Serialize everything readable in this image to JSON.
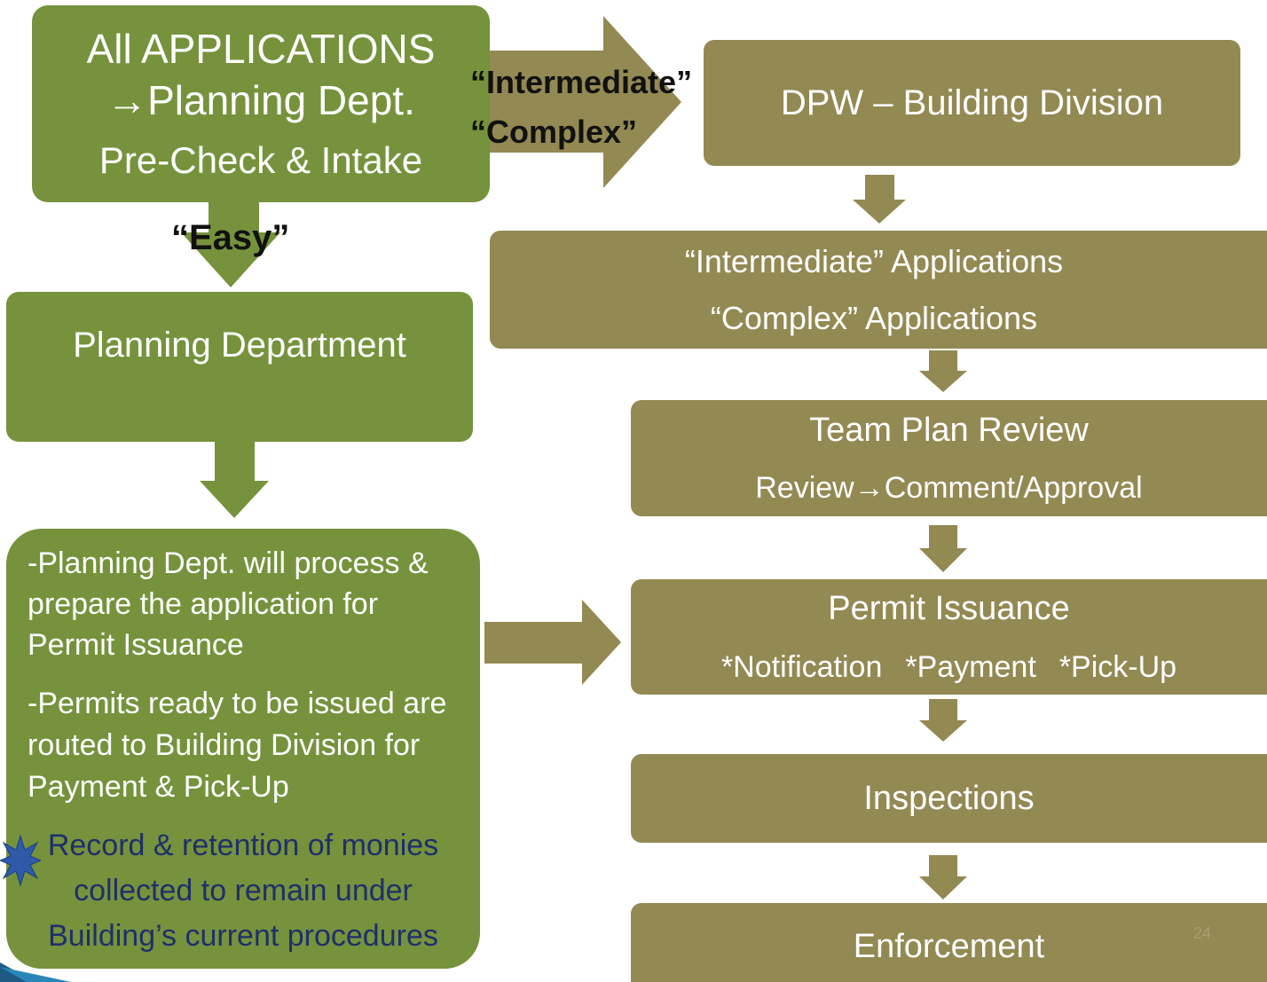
{
  "boxes": {
    "all_applications": {
      "line1": "All APPLICATIONS",
      "line2": "→Planning Dept.",
      "line3": "Pre-Check & Intake"
    },
    "dpw_building": {
      "label": "DPW – Building Division"
    },
    "applications": {
      "line1": "“Intermediate” Applications",
      "line2": "“Complex” Applications"
    },
    "planning_department": {
      "label": "Planning Department"
    },
    "team_plan_review": {
      "title": "Team Plan Review",
      "subtitle": "Review→Comment/Approval"
    },
    "planning_process": {
      "para1": [
        "-Planning Dept. will process &",
        "prepare the application for",
        "Permit Issuance"
      ],
      "para2": [
        "-Permits ready to be issued are",
        "routed to Building Division for",
        "Payment & Pick-Up"
      ],
      "note": [
        "Record & retention of monies",
        "collected to remain under",
        "Building’s current procedures"
      ]
    },
    "permit_issuance": {
      "title": "Permit Issuance",
      "items": [
        "*Notification",
        "*Payment",
        "*Pick-Up"
      ]
    },
    "inspections": {
      "label": "Inspections"
    },
    "enforcement": {
      "label": "Enforcement"
    }
  },
  "arrow_labels": {
    "intermediate": "“Intermediate”",
    "complex": "“Complex”",
    "easy": "“Easy”"
  },
  "slide_number": "24",
  "colors": {
    "green": "#76923c",
    "olive": "#938953",
    "note_text": "#1f2f6b",
    "starburst": "#2e5aa8"
  }
}
